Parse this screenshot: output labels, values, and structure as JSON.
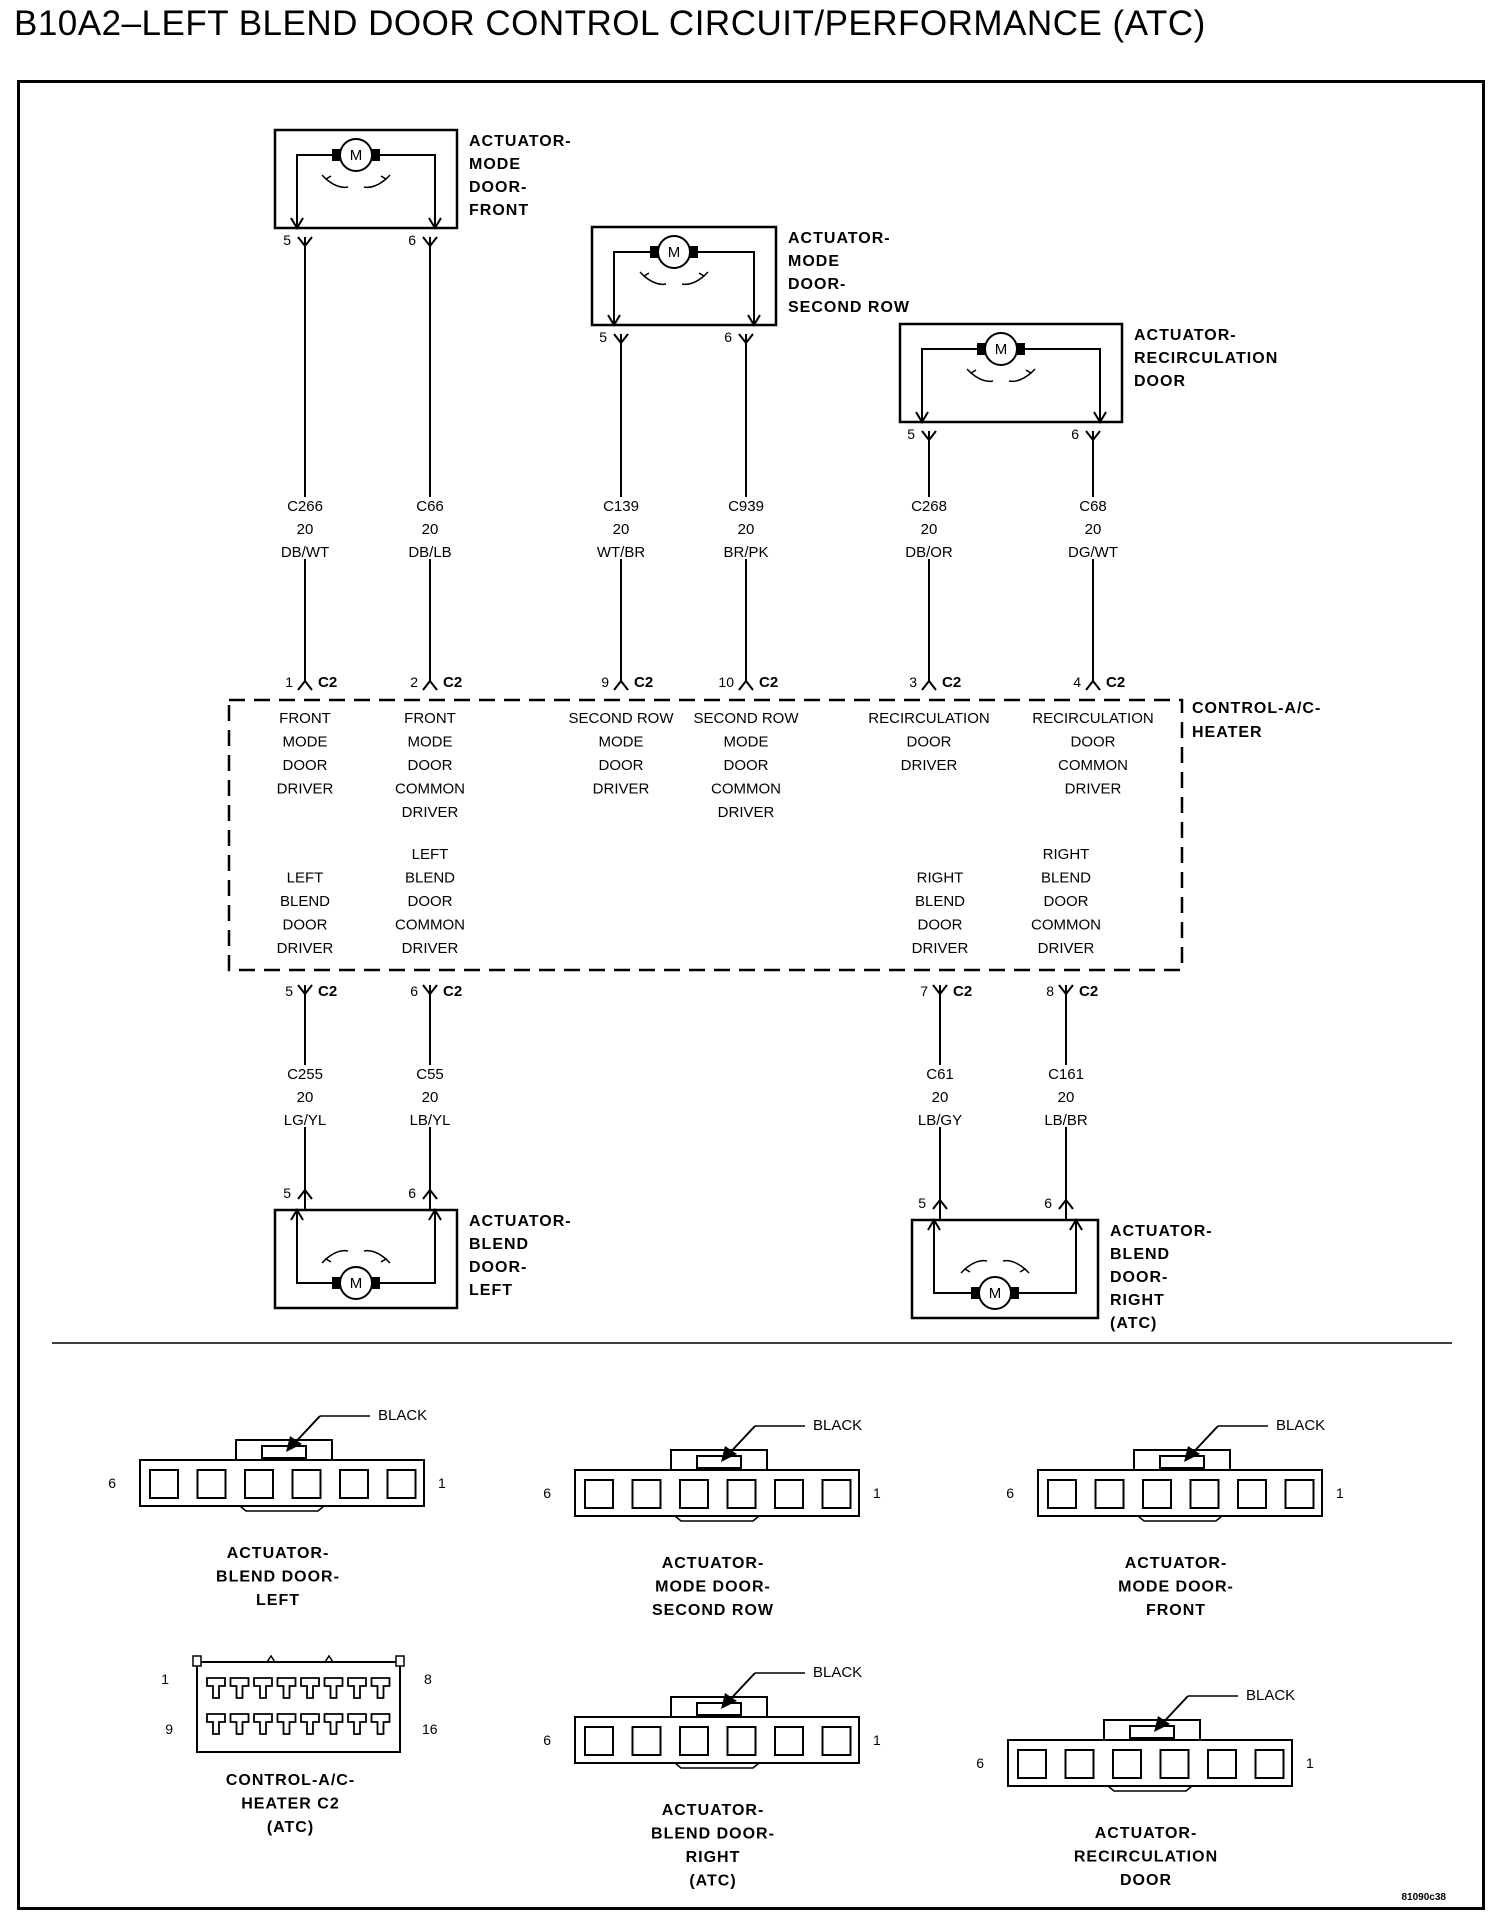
{
  "title": "B10A2–LEFT BLEND DOOR CONTROL CIRCUIT/PERFORMANCE (ATC)",
  "motor_symbol": "M",
  "module": {
    "name": [
      "CONTROL-A/C-",
      "HEATER"
    ],
    "connector": "C2",
    "drivers_top": [
      {
        "pin": "1",
        "lines": [
          "FRONT",
          "MODE",
          "DOOR",
          "DRIVER"
        ]
      },
      {
        "pin": "2",
        "lines": [
          "FRONT",
          "MODE",
          "DOOR",
          "COMMON",
          "DRIVER"
        ]
      },
      {
        "pin": "9",
        "lines": [
          "SECOND ROW",
          "MODE",
          "DOOR",
          "DRIVER"
        ]
      },
      {
        "pin": "10",
        "lines": [
          "SECOND ROW",
          "MODE",
          "DOOR",
          "COMMON",
          "DRIVER"
        ]
      },
      {
        "pin": "3",
        "lines": [
          "RECIRCULATION",
          "DOOR",
          "DRIVER"
        ]
      },
      {
        "pin": "4",
        "lines": [
          "RECIRCULATION",
          "DOOR",
          "COMMON",
          "DRIVER"
        ]
      }
    ],
    "drivers_bottom": [
      {
        "pin": "5",
        "lines": [
          "LEFT",
          "BLEND",
          "DOOR",
          "DRIVER"
        ]
      },
      {
        "pin": "6",
        "lines": [
          "LEFT",
          "BLEND",
          "DOOR",
          "COMMON",
          "DRIVER"
        ]
      },
      {
        "pin": "7",
        "lines": [
          "RIGHT",
          "BLEND",
          "DOOR",
          "DRIVER"
        ]
      },
      {
        "pin": "8",
        "lines": [
          "RIGHT",
          "BLEND",
          "DOOR",
          "COMMON",
          "DRIVER"
        ]
      }
    ]
  },
  "actuators": [
    {
      "name": [
        "ACTUATOR-",
        "MODE",
        "DOOR-",
        "FRONT"
      ],
      "pins": [
        "5",
        "6"
      ]
    },
    {
      "name": [
        "ACTUATOR-",
        "MODE",
        "DOOR-",
        "SECOND ROW"
      ],
      "pins": [
        "5",
        "6"
      ]
    },
    {
      "name": [
        "ACTUATOR-",
        "RECIRCULATION",
        "DOOR"
      ],
      "pins": [
        "5",
        "6"
      ]
    },
    {
      "name": [
        "ACTUATOR-",
        "BLEND",
        "DOOR-",
        "LEFT"
      ],
      "pins": [
        "5",
        "6"
      ]
    },
    {
      "name": [
        "ACTUATOR-",
        "BLEND",
        "DOOR-",
        "RIGHT",
        "(ATC)"
      ],
      "pins": [
        "5",
        "6"
      ]
    }
  ],
  "wires": [
    {
      "circuit": "C266",
      "gauge": "20",
      "color": "DB/WT"
    },
    {
      "circuit": "C66",
      "gauge": "20",
      "color": "DB/LB"
    },
    {
      "circuit": "C139",
      "gauge": "20",
      "color": "WT/BR"
    },
    {
      "circuit": "C939",
      "gauge": "20",
      "color": "BR/PK"
    },
    {
      "circuit": "C268",
      "gauge": "20",
      "color": "DB/OR"
    },
    {
      "circuit": "C68",
      "gauge": "20",
      "color": "DG/WT"
    },
    {
      "circuit": "C255",
      "gauge": "20",
      "color": "LG/YL"
    },
    {
      "circuit": "C55",
      "gauge": "20",
      "color": "LB/YL"
    },
    {
      "circuit": "C61",
      "gauge": "20",
      "color": "LB/GY"
    },
    {
      "circuit": "C161",
      "gauge": "20",
      "color": "LB/BR"
    }
  ],
  "connector_views": [
    {
      "name": [
        "ACTUATOR-",
        "BLEND DOOR-",
        "LEFT"
      ],
      "color": "BLACK",
      "pin_left": "6",
      "pin_right": "1"
    },
    {
      "name": [
        "ACTUATOR-",
        "MODE DOOR-",
        "SECOND ROW"
      ],
      "color": "BLACK",
      "pin_left": "6",
      "pin_right": "1"
    },
    {
      "name": [
        "ACTUATOR-",
        "MODE DOOR-",
        "FRONT"
      ],
      "color": "BLACK",
      "pin_left": "6",
      "pin_right": "1"
    },
    {
      "name": [
        "CONTROL-A/C-",
        "HEATER C2",
        "(ATC)"
      ],
      "pins": [
        "1",
        "8",
        "9",
        "16"
      ]
    },
    {
      "name": [
        "ACTUATOR-",
        "BLEND DOOR-",
        "RIGHT",
        "(ATC)"
      ],
      "color": "BLACK",
      "pin_left": "6",
      "pin_right": "1"
    },
    {
      "name": [
        "ACTUATOR-",
        "RECIRCULATION",
        "DOOR"
      ],
      "color": "BLACK",
      "pin_left": "6",
      "pin_right": "1"
    }
  ],
  "figure_id": "81090c38"
}
